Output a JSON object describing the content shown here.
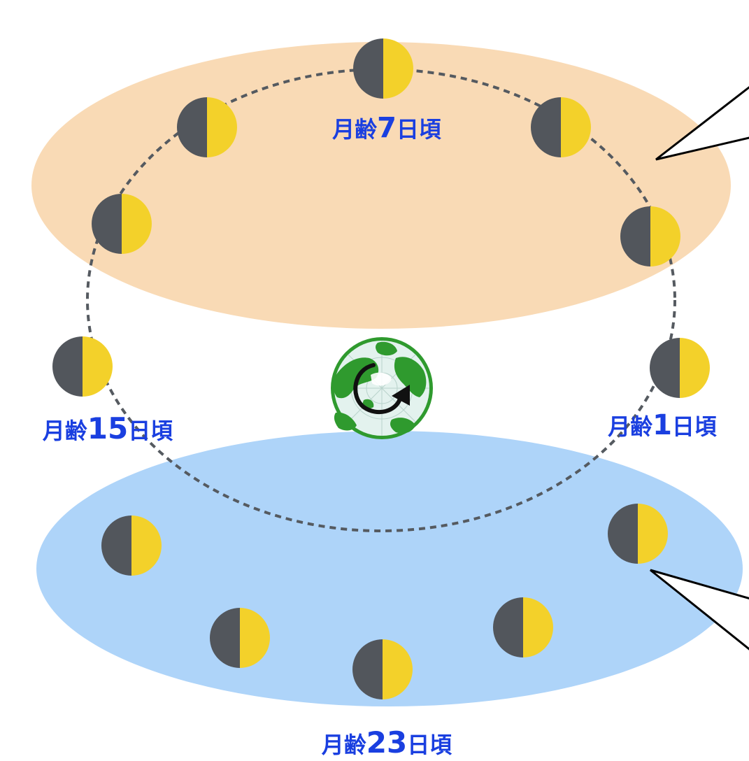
{
  "colors": {
    "upper_region": "#f9dab5",
    "lower_region": "#aed4f9",
    "moon_dark": "#52565c",
    "moon_lit": "#f3d12a",
    "orbit": "#555a60",
    "label": "#1a3fe0",
    "earth_ocean": "#e3f2ee",
    "earth_land": "#2f9a2e",
    "callout_fill": "#ffffff",
    "callout_stroke": "#000000"
  },
  "labels": {
    "age7": {
      "prefix": "月齢",
      "number": "7",
      "suffix": "日頃"
    },
    "age15": {
      "prefix": "月齢",
      "number": "15",
      "suffix": "日頃"
    },
    "age1": {
      "prefix": "月齢",
      "number": "1",
      "suffix": "日頃"
    },
    "age23": {
      "prefix": "月齢",
      "number": "23",
      "suffix": "日頃"
    }
  },
  "icons": {
    "earth": "earth-north-pole-icon",
    "rotation": "rotation-arrow-icon",
    "moon": "half-moon-icon"
  }
}
